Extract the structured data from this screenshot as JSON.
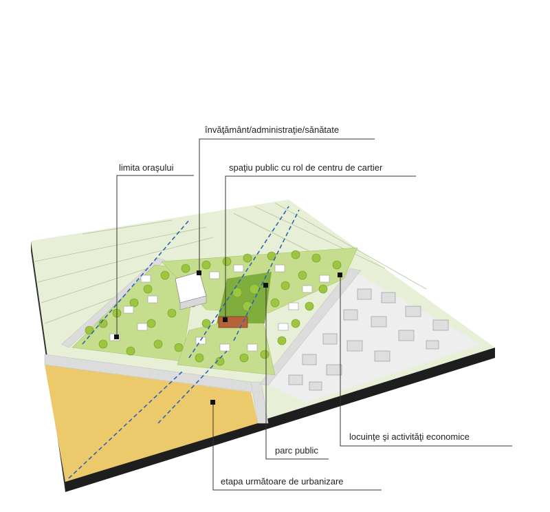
{
  "labels": {
    "education": "învăţământ/administraţie/sănătate",
    "city_limit": "limita oraşului",
    "public_space": "spaţiu public cu rol de centru de cartier",
    "housing": "locuinţe şi activităţi economice",
    "public_park": "parc public",
    "next_stage": "etapa următoare de urbanizare"
  },
  "colors": {
    "field": "#e7efd6",
    "green_block": "#c7dd8e",
    "park": "#7fae3e",
    "tree": "#9cc63f",
    "yellow_zone": "#ecc96a",
    "road": "#dcdcdc",
    "base_side": "#1e1e1e",
    "boundary": "#2a62b8"
  }
}
